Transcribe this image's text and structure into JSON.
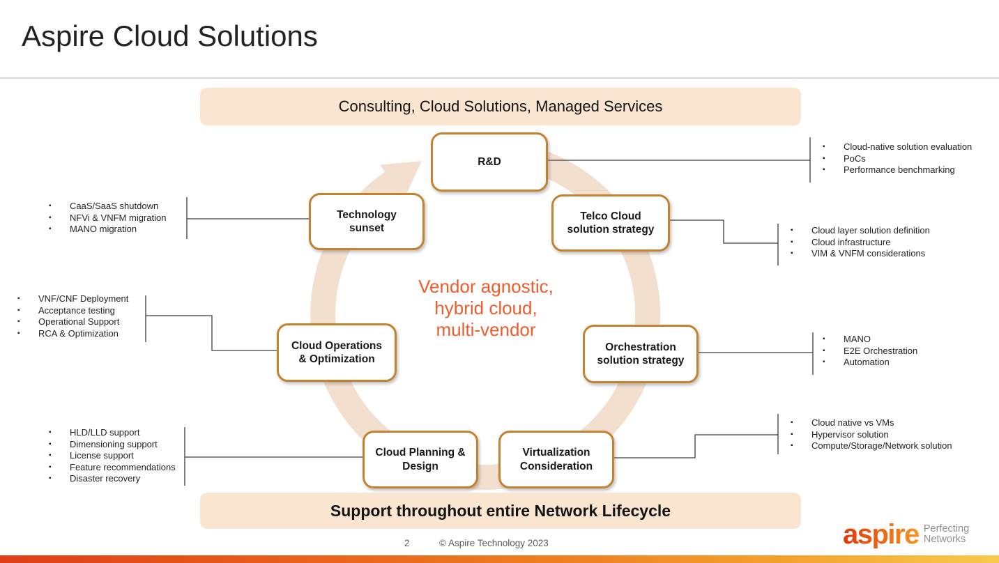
{
  "page": {
    "title": "Aspire Cloud Solutions",
    "page_number": "2",
    "copyright": "© Aspire Technology 2023"
  },
  "banners": {
    "top": "Consulting, Cloud Solutions, Managed Services",
    "bottom": "Support throughout entire Network Lifecycle"
  },
  "diagram": {
    "center": {
      "line1": "Vendor agnostic,",
      "line2": "hybrid cloud,",
      "line3": "multi-vendor"
    },
    "boxes": [
      {
        "id": "rnd",
        "label": "R&D"
      },
      {
        "id": "telco-cloud",
        "label": "Telco Cloud solution strategy"
      },
      {
        "id": "orchestration",
        "label": "Orchestration solution strategy"
      },
      {
        "id": "virtualization",
        "label": "Virtualization Consideration"
      },
      {
        "id": "cloud-planning",
        "label": "Cloud Planning & Design"
      },
      {
        "id": "cloud-operations",
        "label": "Cloud Operations & Optimization"
      },
      {
        "id": "technology-sunset",
        "label": "Technology sunset"
      }
    ]
  },
  "bullets": {
    "rnd": {
      "items": [
        "Cloud-native solution evaluation",
        "PoCs",
        "Performance benchmarking"
      ]
    },
    "telco": {
      "items": [
        "Cloud layer solution definition",
        "Cloud infrastructure",
        "VIM & VNFM considerations"
      ]
    },
    "orchestration": {
      "items": [
        "MANO",
        "E2E Orchestration",
        "Automation"
      ]
    },
    "virtualization": {
      "items": [
        "Cloud native vs VMs",
        "Hypervisor solution",
        "Compute/Storage/Network solution"
      ]
    },
    "technology_sunset": {
      "items": [
        "CaaS/SaaS shutdown",
        "NFVi & VNFM migration",
        "MANO migration"
      ]
    },
    "cloud_operations": {
      "items": [
        "VNF/CNF Deployment",
        "Acceptance testing",
        "Operational Support",
        "RCA & Optimization"
      ]
    },
    "cloud_planning": {
      "items": [
        "HLD/LLD support",
        "Dimensioning support",
        "License support",
        "Feature recommendations",
        "Disaster recovery"
      ]
    }
  },
  "logo": {
    "brand": "aspire",
    "tagline_line1": "Perfecting",
    "tagline_line2": "Networks"
  },
  "colors": {
    "node_border": "#C5822E",
    "ring": "#F3DFCE",
    "banner_bg": "#FAE5D1",
    "center_text": "#F15B2B",
    "connector": "#3C3C3C",
    "footer_text": "#595959",
    "bar_gradient_left": "#E03E17",
    "bar_gradient_right": "#F9C94E"
  }
}
